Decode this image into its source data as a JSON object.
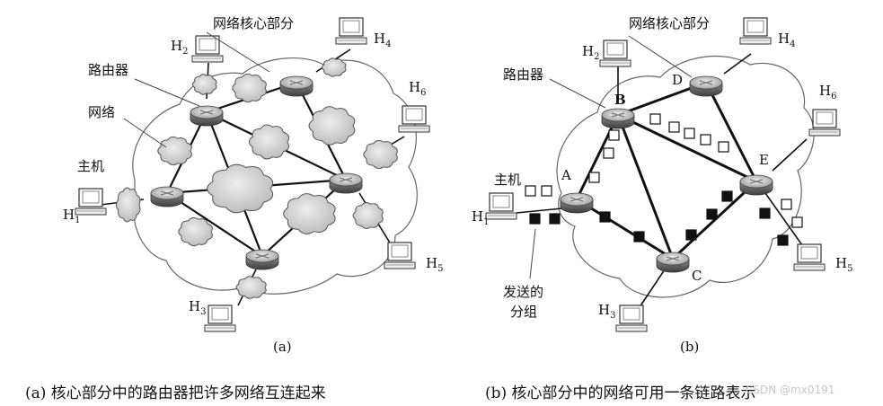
{
  "diagram_a": {
    "label": "(a)",
    "caption": "(a) 核心部分中的路由器把许多网络互连起来",
    "core_label": "网络核心部分",
    "router_label": "路由器",
    "network_label": "网络",
    "host_label": "主机",
    "hosts": [
      {
        "name": "H",
        "sub": "1"
      },
      {
        "name": "H",
        "sub": "2"
      },
      {
        "name": "H",
        "sub": "3"
      },
      {
        "name": "H",
        "sub": "4"
      },
      {
        "name": "H",
        "sub": "5"
      },
      {
        "name": "H",
        "sub": "6"
      }
    ]
  },
  "diagram_b": {
    "label": "(b)",
    "caption": "(b) 核心部分中的网络可用一条链路表示",
    "core_label": "网络核心部分",
    "router_label": "路由器",
    "host_label": "主机",
    "packets_label_line1": "发送的",
    "packets_label_line2": "分组",
    "nodes": [
      "A",
      "B",
      "C",
      "D",
      "E"
    ],
    "hosts": [
      {
        "name": "H",
        "sub": "1"
      },
      {
        "name": "H",
        "sub": "2"
      },
      {
        "name": "H",
        "sub": "3"
      },
      {
        "name": "H",
        "sub": "4"
      },
      {
        "name": "H",
        "sub": "5"
      },
      {
        "name": "H",
        "sub": "6"
      }
    ]
  },
  "watermark": "CSDN @mx0191"
}
